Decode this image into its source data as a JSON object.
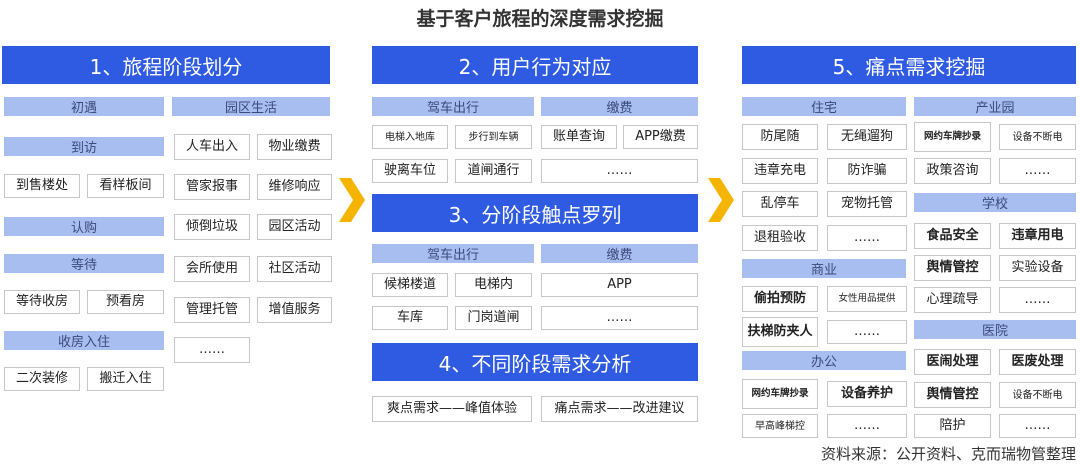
{
  "title": "基于客户旅程的深度需求挖掘",
  "source": "资料来源：公开资料、克而瑞物管整理",
  "colors": {
    "header": "#2f5be3",
    "sub": "#a9bef0",
    "arrow": "#f5b400"
  },
  "s1": {
    "title": "1、旅程阶段划分",
    "left": {
      "chuyu": "初遇",
      "daofang": "到访",
      "c1": "到售楼处",
      "c2": "看样板间",
      "rengou": "认购",
      "dengdai": "等待",
      "c3": "等待收房",
      "c4": "预看房",
      "shoufang": "收房入住",
      "c5": "二次装修",
      "c6": "搬迁入住"
    },
    "right": {
      "head": "园区生活",
      "items": [
        "人车出入",
        "物业缴费",
        "管家报事",
        "维修响应",
        "倾倒垃圾",
        "园区活动",
        "会所使用",
        "社区活动",
        "管理托管",
        "增值服务",
        "……"
      ]
    }
  },
  "s2": {
    "title": "2、用户行为对应",
    "a": {
      "head": "驾车出行",
      "items": [
        "电梯入地库",
        "步行到车辆",
        "驶离车位",
        "道闸通行"
      ]
    },
    "b": {
      "head": "缴费",
      "items": [
        "账单查询",
        "APP缴费",
        "……"
      ]
    }
  },
  "s3": {
    "title": "3、分阶段触点罗列",
    "a": {
      "head": "驾车出行",
      "items": [
        "候梯楼道",
        "电梯内",
        "车库",
        "门岗道闸"
      ]
    },
    "b": {
      "head": "缴费",
      "items": [
        "APP",
        "……"
      ]
    }
  },
  "s4": {
    "title": "4、不同阶段需求分析",
    "items": [
      "爽点需求——峰值体验",
      "痛点需求——改进建议"
    ]
  },
  "s5": {
    "title": "5、痛点需求挖掘",
    "zhuzhai": {
      "head": "住宅",
      "items": [
        "防尾随",
        "无绳遛狗",
        "违章充电",
        "防诈骗",
        "乱停车",
        "宠物托管",
        "退租验收",
        "……"
      ]
    },
    "shangye": {
      "head": "商业",
      "items": [
        "偷拍预防",
        "女性用品提供",
        "扶梯防夹人",
        "……"
      ]
    },
    "bangong": {
      "head": "办公",
      "items": [
        "网约车牌抄录",
        "设备养护",
        "早高峰梯控",
        "……"
      ]
    },
    "chanye": {
      "head": "产业园",
      "items": [
        "网约车牌抄录",
        "设备不断电",
        "政策咨询",
        "……"
      ]
    },
    "xuexiao": {
      "head": "学校",
      "items": [
        "食品安全",
        "违章用电",
        "舆情管控",
        "实验设备",
        "心理疏导",
        "……"
      ]
    },
    "yiyuan": {
      "head": "医院",
      "items": [
        "医闹处理",
        "医废处理",
        "舆情管控",
        "设备不断电",
        "陪护",
        "……"
      ]
    }
  }
}
